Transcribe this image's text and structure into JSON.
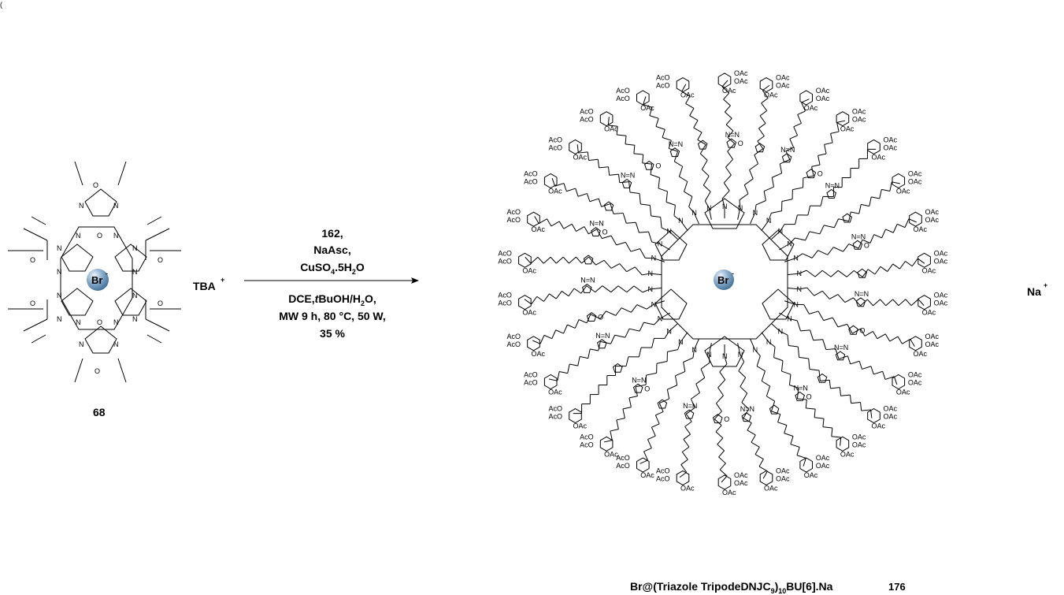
{
  "header_text": "(",
  "reactant": {
    "compound_number": "68",
    "counterion": "TBA",
    "counterion_charge": "+",
    "guest_ion": "Br",
    "guest_charge": "-",
    "atom_labels": [
      "O",
      "N"
    ]
  },
  "reaction": {
    "reagent_lines": [
      "162,",
      "NaAsc,",
      "CuSO4.5H2O"
    ],
    "reagents": {
      "line1": "162,",
      "line2": "NaAsc,",
      "line3_main": "CuSO",
      "line3_sub": "4",
      "line3_rest": ".5H",
      "line3_sub2": "2",
      "line3_end": "O"
    },
    "conditions": {
      "line1_a": "DCE,",
      "line1_italic": "t",
      "line1_b": "BuOH/H",
      "line1_sub": "2",
      "line1_c": "O,",
      "line2": "MW 9 h, 80 °C, 50 W,",
      "line3": "35 %"
    }
  },
  "product": {
    "guest_ion": "Br",
    "guest_charge": "-",
    "counterion": "Na",
    "counterion_charge": "+",
    "name_prefix": "Br@(Triazole TripodeDNJC",
    "name_sub1": "9",
    "name_mid": ")",
    "name_sub2": "10",
    "name_suffix": "BU[6].Na",
    "compound_number": "176",
    "atom_labels": [
      "AcO",
      "OAc",
      "N",
      "O",
      "N=N"
    ]
  },
  "colors": {
    "ion_sphere_light": "#d8e6f2",
    "ion_sphere_dark": "#3f6f96",
    "line": "#000000"
  }
}
